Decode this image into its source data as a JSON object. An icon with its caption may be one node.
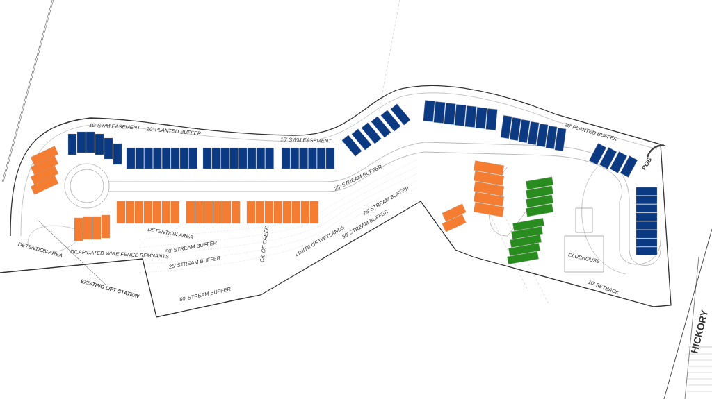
{
  "diagram": {
    "nodes": [
      {
        "text": [
          "EXISTING LIFT STATION"
        ]
      },
      {
        "text": [
          "POB"
        ]
      }
    ],
    "edges": [
      {
        "from": 0,
        "to": null,
        "arrow": "none"
      },
      {
        "from": 1,
        "to": null,
        "arrow": "to",
        "style": "thick"
      }
    ],
    "labels": [
      "10' SWM EASEMENT",
      "20' PLANTED BUFFER",
      "10' SWM EASEMENT",
      "20' PLANTED BUFFER",
      "DETENTION AREA",
      "DETENTION AREA",
      "DILAPIDATED WIRE FENCE REMNANTS",
      "50' STREAM BUFFER",
      "25' STREAM BUFFER",
      "50' STREAM BUFFER",
      "LIMITS OF WETLANDS",
      "C/L OF CREEK",
      "25' STREAM BUFFER",
      "50' STREAM BUFFER",
      "25' STREAM BUFFER",
      "CLUBHOUSE",
      "10' SETBACK",
      "HICKORY"
    ]
  }
}
